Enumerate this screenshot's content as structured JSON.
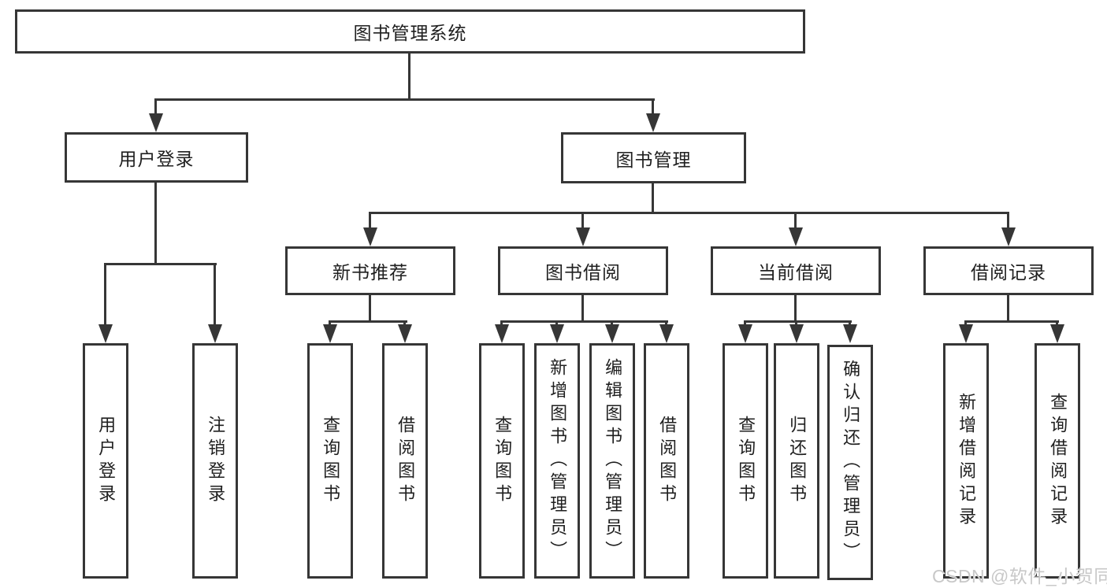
{
  "colors": {
    "line": "#363636",
    "text": "#1f1f1f",
    "background": "#ffffff",
    "watermark": "#c8c8c8"
  },
  "watermark": {
    "text": "CSDN @软件_小贺同学"
  },
  "tree": {
    "root": {
      "label": "图书管理系统"
    },
    "branches": [
      {
        "label": "用户登录",
        "children": [
          {
            "label": "用户登录"
          },
          {
            "label": "注销登录"
          }
        ]
      },
      {
        "label": "图书管理",
        "children": [
          {
            "label": "新书推荐",
            "children": [
              {
                "label": "查询图书"
              },
              {
                "label": "借阅图书"
              }
            ]
          },
          {
            "label": "图书借阅",
            "children": [
              {
                "label": "查询图书"
              },
              {
                "label": "新增图书（管理员）"
              },
              {
                "label": "编辑图书（管理员）"
              },
              {
                "label": "借阅图书"
              }
            ]
          },
          {
            "label": "当前借阅",
            "children": [
              {
                "label": "查询图书"
              },
              {
                "label": "归还图书"
              },
              {
                "label": "确认归还（管理员）"
              }
            ]
          },
          {
            "label": "借阅记录",
            "children": [
              {
                "label": "新增借阅记录"
              },
              {
                "label": "查询借阅记录"
              }
            ]
          }
        ]
      }
    ]
  }
}
